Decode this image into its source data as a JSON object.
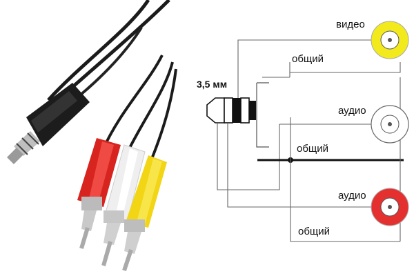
{
  "labels": {
    "plug_size": "3,5 мм",
    "video": "видео",
    "common_1": "общий",
    "audio_1": "аудио",
    "common_2": "общий",
    "audio_2": "аудио",
    "common_3": "общий"
  },
  "connectors": [
    {
      "name": "video-connector",
      "color": "#f2ea1c",
      "label_key": "video"
    },
    {
      "name": "audio-connector-white",
      "color": "#ffffff",
      "label_key": "audio_1"
    },
    {
      "name": "audio-connector-red",
      "color": "#e53030",
      "label_key": "audio_2"
    }
  ],
  "cable_colors": {
    "plug_body": "#1c1c1c",
    "red": "#d8241f",
    "white": "#f1f1f1",
    "yellow": "#f2d515"
  },
  "icons": [
    "trrs-plug-icon",
    "rca-plug-icon"
  ]
}
